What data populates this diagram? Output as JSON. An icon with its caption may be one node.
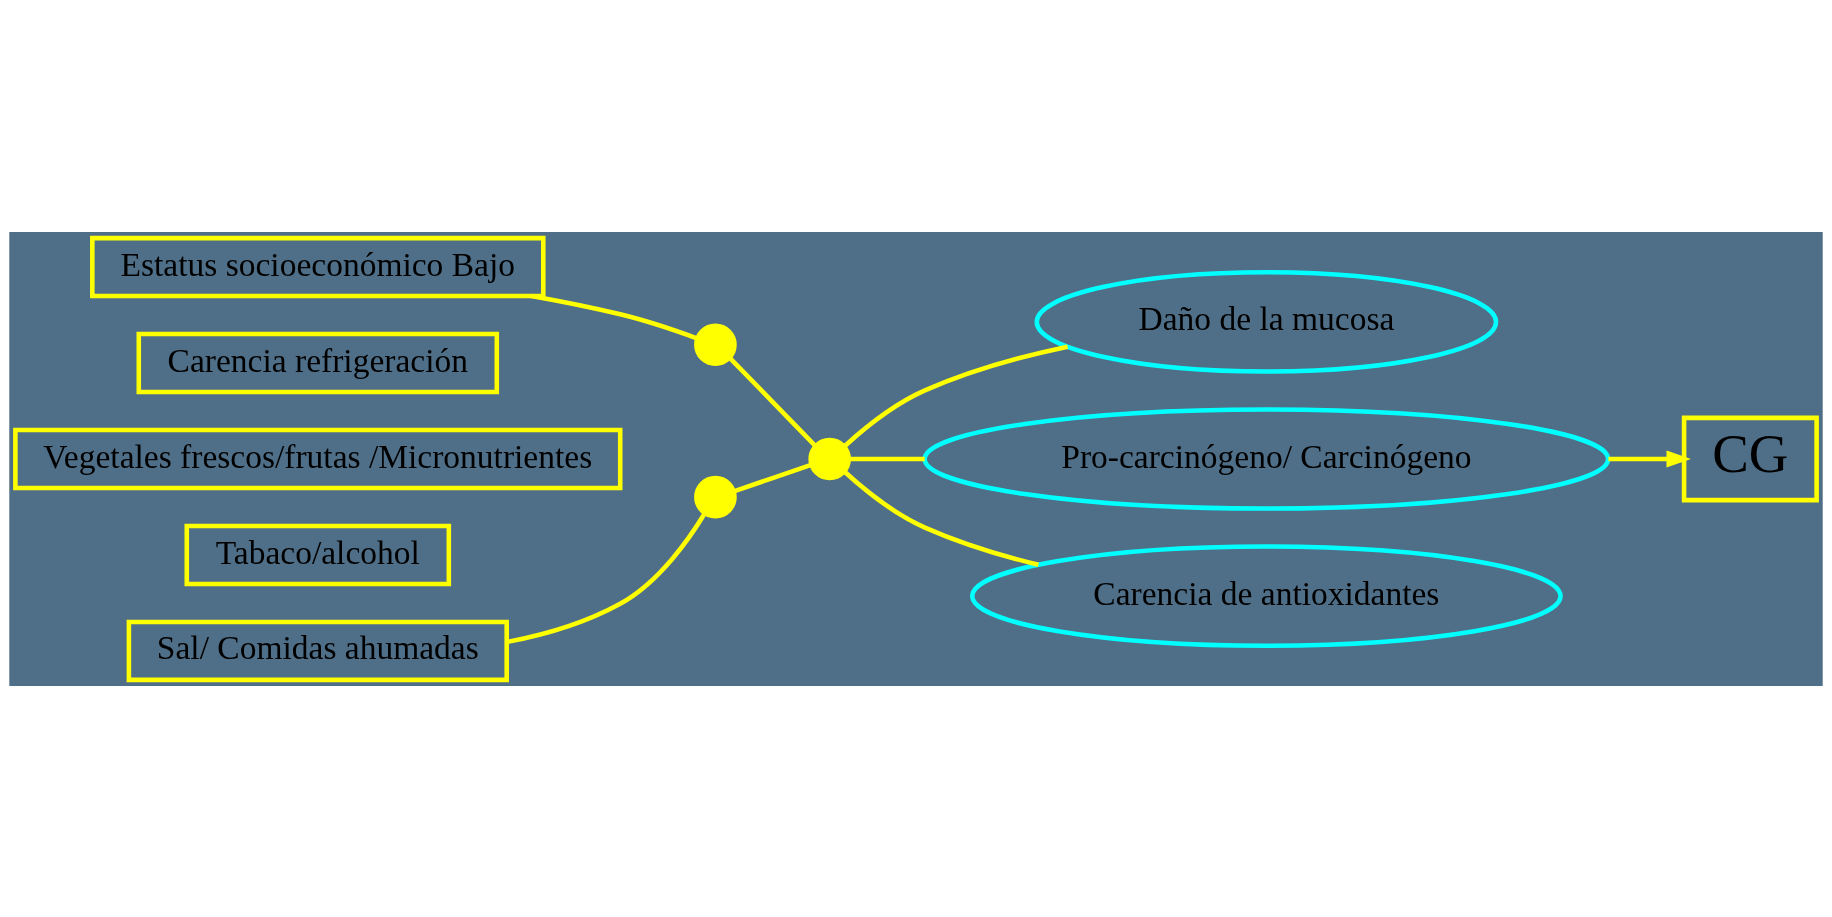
{
  "diagram": {
    "nodes": [
      {
        "text": [
          "Estatus socioeconómico Bajo"
        ]
      },
      {
        "text": [
          "Carencia refrigeración"
        ]
      },
      {
        "text": [
          "Vegetales frescos/frutas /Micronutrientes"
        ]
      },
      {
        "text": [
          "Tabaco/alcohol"
        ]
      },
      {
        "text": [
          "Sal/ Comidas ahumadas"
        ]
      },
      {
        "text": [],
        "shape": "circle"
      },
      {
        "text": [],
        "shape": "circle"
      },
      {
        "text": [],
        "shape": "circle"
      },
      {
        "text": [
          "Daño de la mucosa"
        ]
      },
      {
        "text": [
          "Pro-carcinógeno/ Carcinógeno"
        ]
      },
      {
        "text": [
          "Carencia de antioxidantes"
        ]
      },
      {
        "text": [
          "CG"
        ]
      }
    ],
    "edges": [
      {
        "from": 0,
        "to": 5,
        "arrow": "none"
      },
      {
        "from": 4,
        "to": 6,
        "arrow": "none"
      },
      {
        "from": 5,
        "to": 7,
        "arrow": "none"
      },
      {
        "from": 6,
        "to": 7,
        "arrow": "none"
      },
      {
        "from": 7,
        "to": 8,
        "arrow": "none"
      },
      {
        "from": 7,
        "to": 9,
        "arrow": "none"
      },
      {
        "from": 7,
        "to": 10,
        "arrow": "none"
      },
      {
        "from": 9,
        "to": 11,
        "arrow": "to"
      }
    ]
  }
}
